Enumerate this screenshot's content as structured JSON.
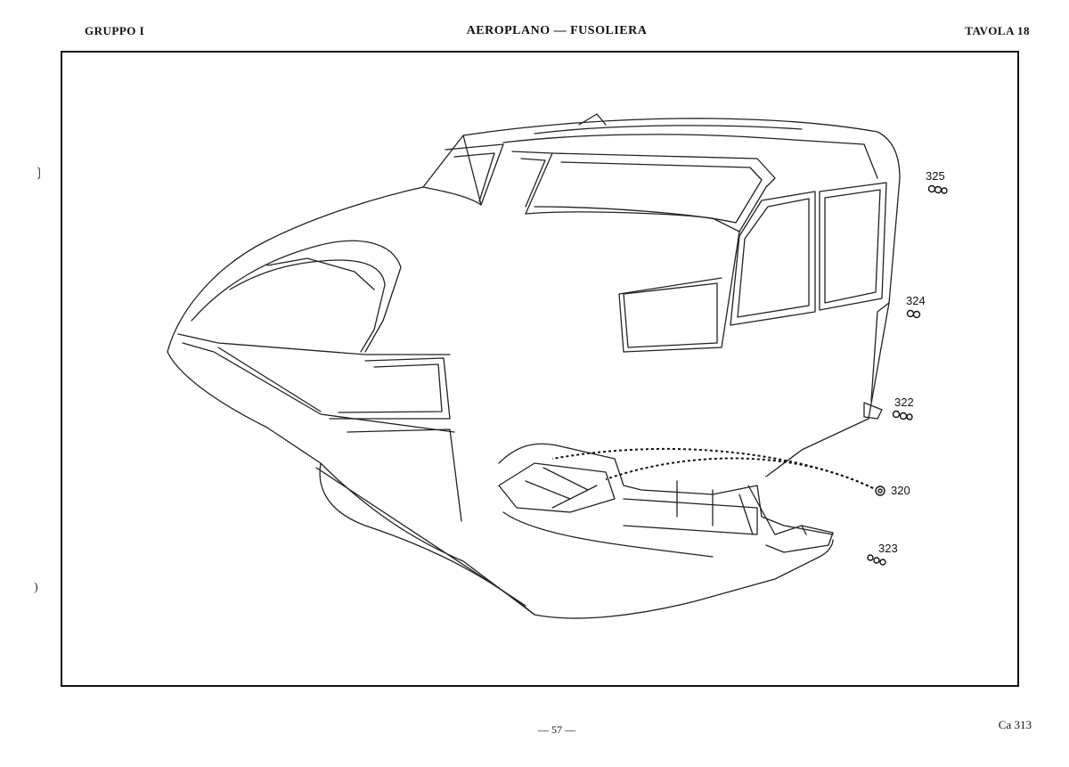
{
  "header": {
    "group": "GRUPPO I",
    "title": "AEROPLANO — FUSOLIERA",
    "plate": "TAVOLA 18"
  },
  "callouts": [
    {
      "id": "325",
      "label": "325"
    },
    {
      "id": "324",
      "label": "324"
    },
    {
      "id": "322",
      "label": "322"
    },
    {
      "id": "320",
      "label": "320"
    },
    {
      "id": "323",
      "label": "323"
    }
  ],
  "footer": {
    "page": "— 57 —",
    "model": "Ca 313"
  }
}
